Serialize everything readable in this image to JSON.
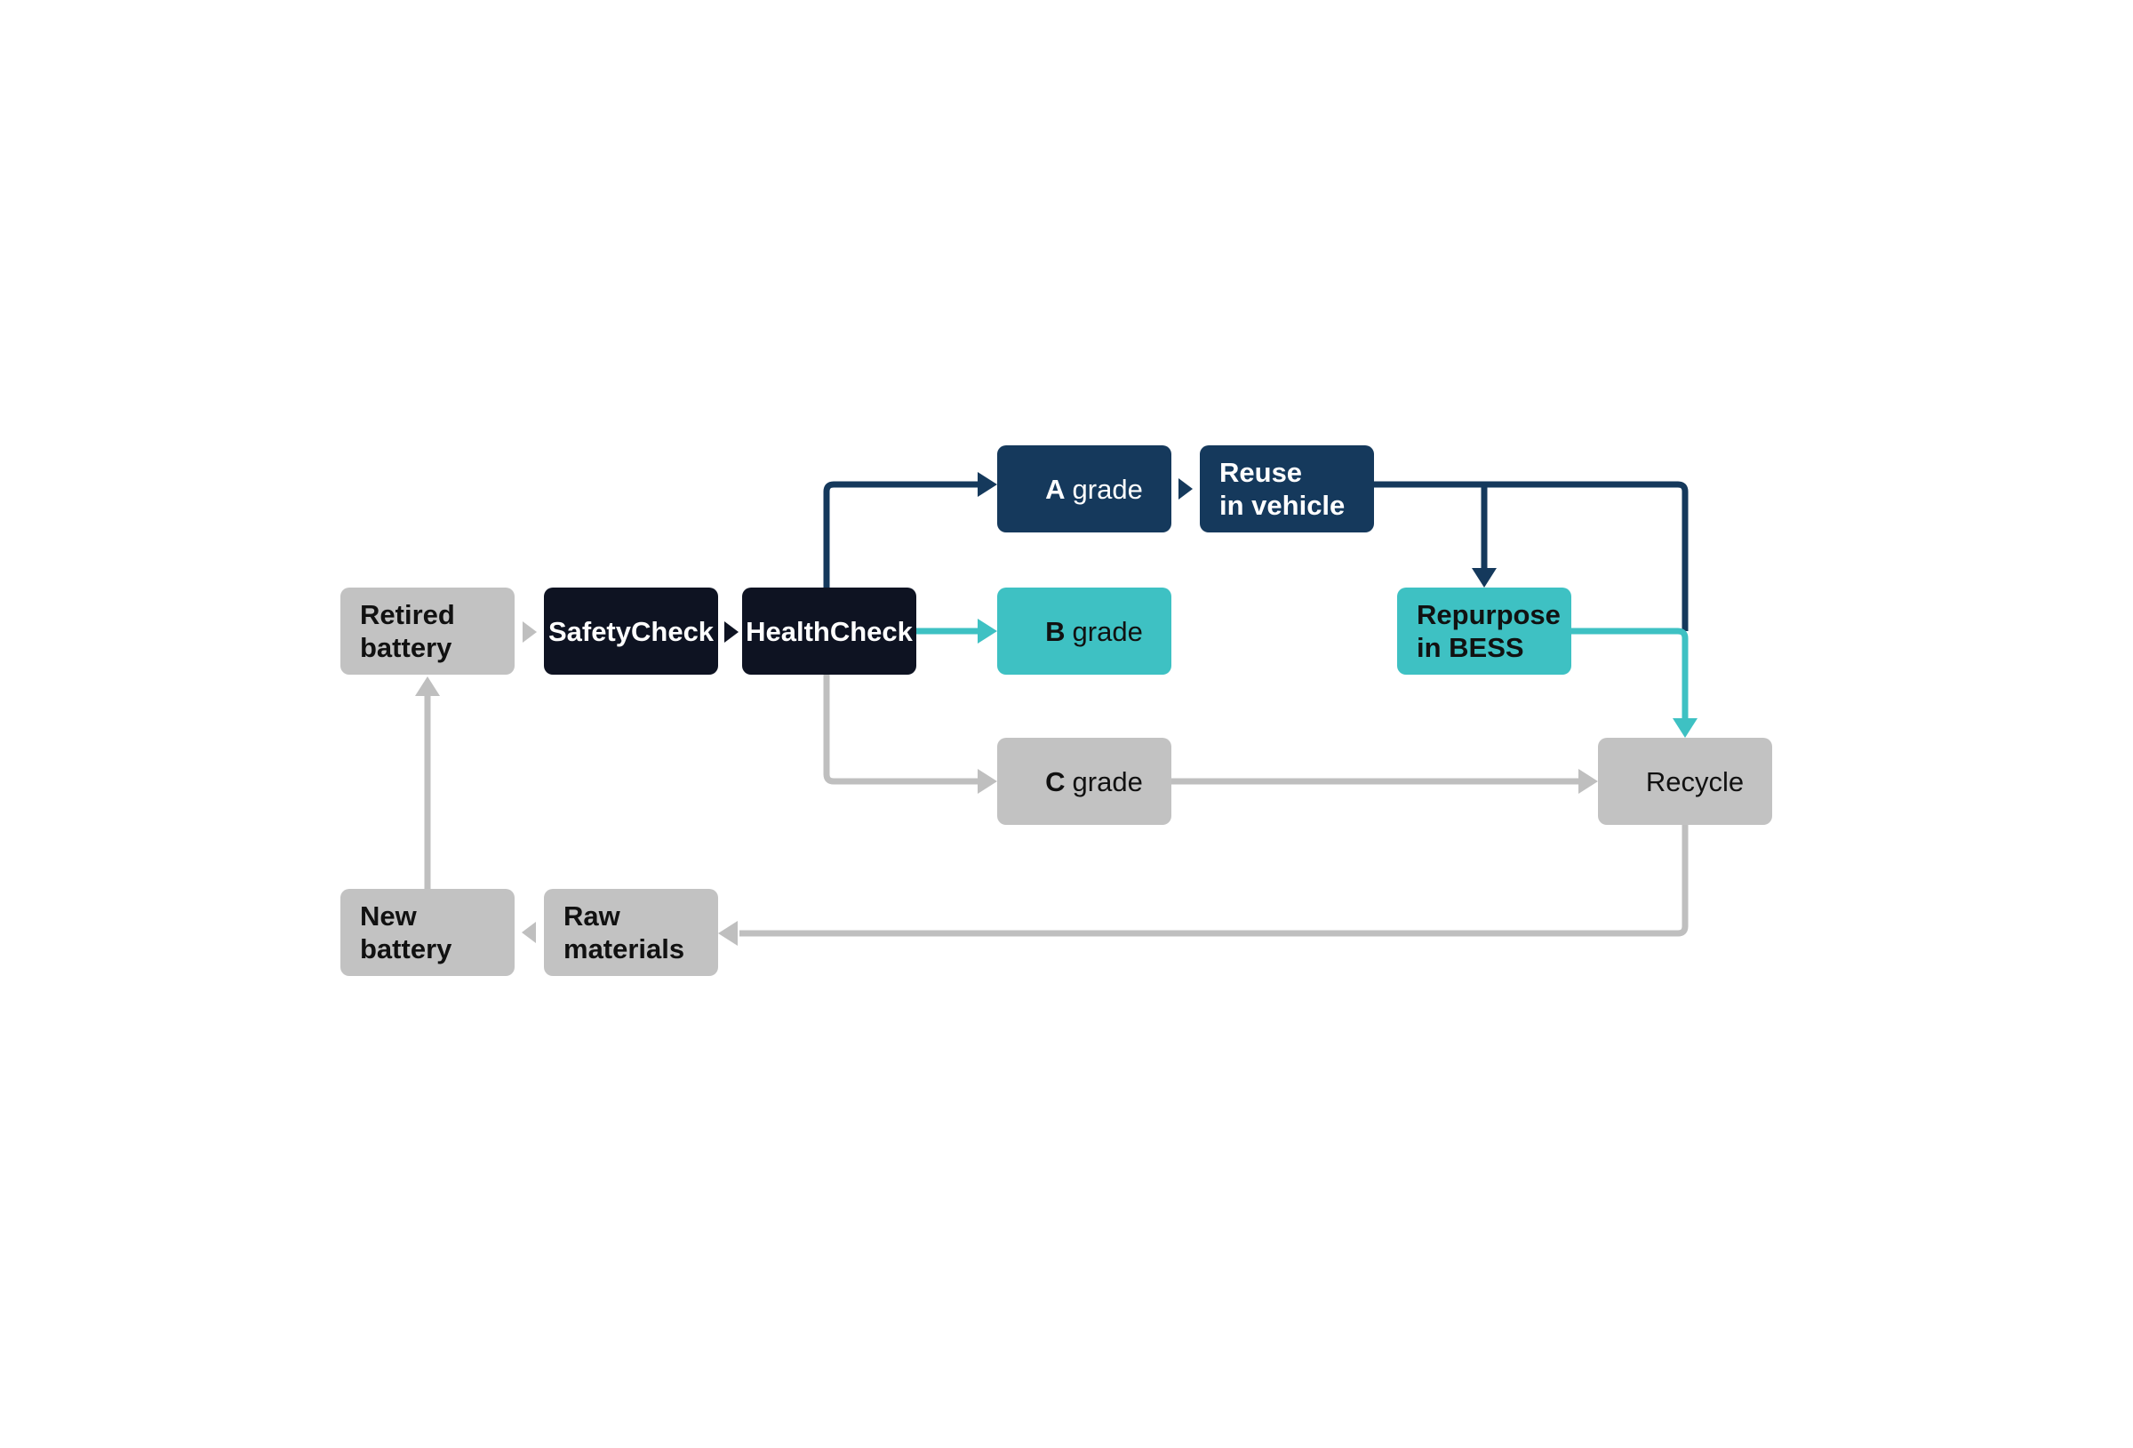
{
  "diagram": {
    "description": "Battery lifecycle flowchart",
    "nodes": {
      "retired_battery": {
        "line1": "Retired",
        "line2": "battery"
      },
      "safety_check": {
        "label": "SafetyCheck"
      },
      "health_check": {
        "label": "HealthCheck"
      },
      "a_grade": {
        "letter": "A",
        "rest": "grade"
      },
      "reuse": {
        "line1": "Reuse",
        "line2": "in vehicle"
      },
      "b_grade": {
        "letter": "B",
        "rest": "grade"
      },
      "repurpose": {
        "line1": "Repurpose",
        "line2": "in BESS"
      },
      "c_grade": {
        "letter": "C",
        "rest": "grade"
      },
      "recycle": {
        "label": "Recycle"
      },
      "new_battery": {
        "line1": "New",
        "line2": "battery"
      },
      "raw_materials": {
        "line1": "Raw",
        "line2": "materials"
      }
    },
    "edges": [
      {
        "from": "Retired battery",
        "to": "SafetyCheck",
        "color": "gray"
      },
      {
        "from": "SafetyCheck",
        "to": "HealthCheck",
        "color": "dark_navy"
      },
      {
        "from": "HealthCheck",
        "to": "A grade",
        "color": "navy"
      },
      {
        "from": "HealthCheck",
        "to": "B grade",
        "color": "teal"
      },
      {
        "from": "HealthCheck",
        "to": "C grade",
        "color": "gray"
      },
      {
        "from": "A grade",
        "to": "Reuse in vehicle",
        "color": "navy"
      },
      {
        "from": "B grade",
        "to": "Repurpose in BESS",
        "color": "teal"
      },
      {
        "from": "C grade",
        "to": "Recycle",
        "color": "gray"
      },
      {
        "from": "Reuse in vehicle",
        "to": "Repurpose in BESS",
        "color": "navy"
      },
      {
        "from": "Reuse in vehicle",
        "to": "Recycle",
        "color": "navy_merging_into_teal"
      },
      {
        "from": "Repurpose in BESS",
        "to": "Recycle",
        "color": "teal"
      },
      {
        "from": "Recycle",
        "to": "Raw materials",
        "color": "gray"
      },
      {
        "from": "Raw materials",
        "to": "New battery",
        "color": "gray"
      },
      {
        "from": "New battery",
        "to": "Retired battery",
        "color": "gray"
      }
    ],
    "colors": {
      "navy": "#15395C",
      "dark_navy": "#0E1322",
      "teal": "#3EC1C3",
      "gray_box": "#C2C2C2",
      "gray_line": "#BFBFBF",
      "text_dark": "#111111",
      "text_light": "#FFFFFF",
      "background": "#FFFFFF"
    }
  }
}
